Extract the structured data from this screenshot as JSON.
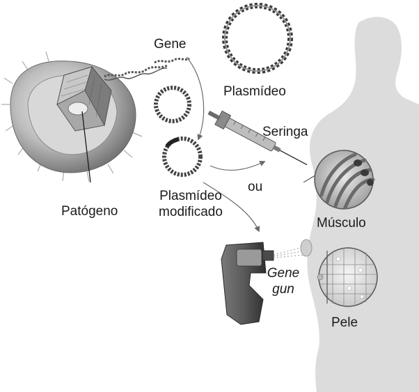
{
  "labels": {
    "gene": "Gene",
    "plasmid": "Plasmídeo",
    "syringe": "Seringa",
    "or": "ou",
    "pathogen": "Patógeno",
    "modified_plasmid_line1": "Plasmídeo",
    "modified_plasmid_line2": "modificado",
    "muscle": "Músculo",
    "gene_gun_line1": "Gene",
    "gene_gun_line2": "gun",
    "skin": "Pele"
  },
  "colors": {
    "body_silhouette": "#dcdcdc",
    "ink": "#1a1a1a",
    "dna_stroke": "#555555",
    "arrow": "#6a6a6a"
  }
}
